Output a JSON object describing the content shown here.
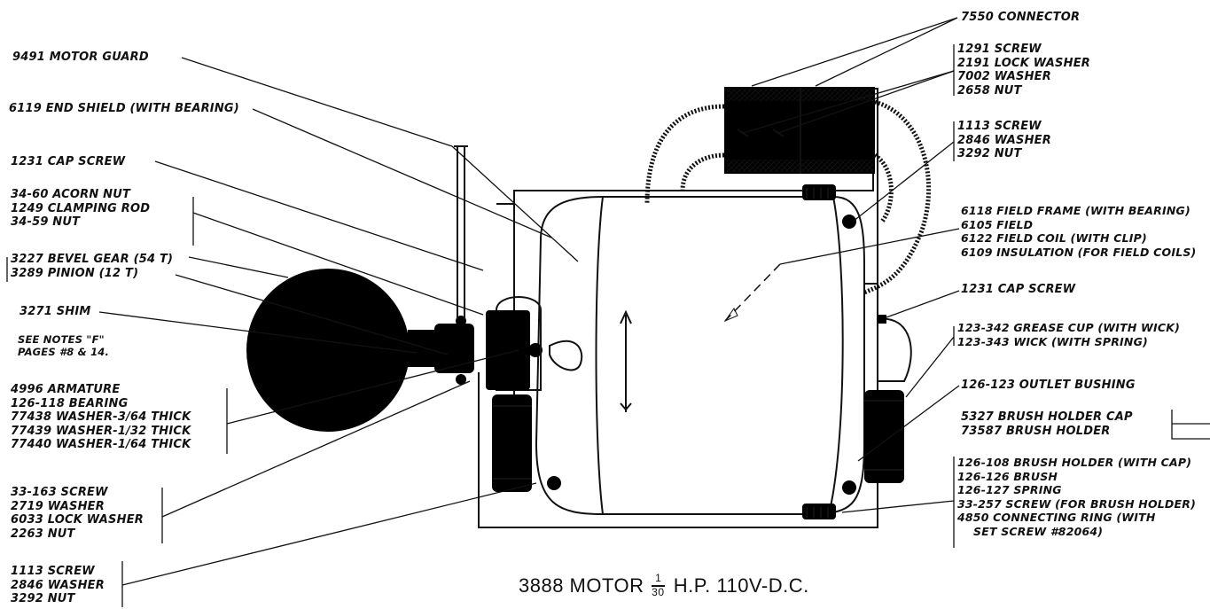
{
  "caption": {
    "prefix": "3888 MOTOR",
    "frac_num": "1",
    "frac_den": "30",
    "suffix": "H.P. 110V-D.C."
  },
  "labels_left": [
    {
      "id": "motor-guard",
      "lines": [
        "9491 MOTOR GUARD"
      ]
    },
    {
      "id": "end-shield",
      "lines": [
        "6119 END SHIELD (WITH BEARING)"
      ]
    },
    {
      "id": "cap-screw-top",
      "lines": [
        "1231 CAP SCREW"
      ]
    },
    {
      "id": "acorn-nut-group",
      "lines": [
        "34-60 ACORN NUT",
        "1249 CLAMPING ROD",
        "34-59 NUT"
      ]
    },
    {
      "id": "gear-group",
      "lines": [
        "3227 BEVEL GEAR (54 T)",
        "3289 PINION (12 T)"
      ]
    },
    {
      "id": "shim",
      "lines": [
        "3271 SHIM"
      ]
    },
    {
      "id": "notes",
      "lines": [
        "SEE NOTES \"F\"",
        "PAGES #8 & 14."
      ]
    },
    {
      "id": "armature-group",
      "lines": [
        "4996 ARMATURE",
        "126-118 BEARING",
        "77438 WASHER-3/64 THICK",
        "77439 WASHER-1/32 THICK",
        "77440 WASHER-1/64 THICK"
      ]
    },
    {
      "id": "screw-group-mid",
      "lines": [
        "33-163 SCREW",
        "2719 WASHER",
        "6033 LOCK WASHER",
        "2263 NUT"
      ]
    },
    {
      "id": "screw-group-bottom",
      "lines": [
        "1113 SCREW",
        "2846 WASHER",
        "3292 NUT"
      ]
    }
  ],
  "labels_right": [
    {
      "id": "connector",
      "lines": [
        "7550 CONNECTOR"
      ]
    },
    {
      "id": "connector-hardware",
      "lines": [
        "1291 SCREW",
        "2191 LOCK WASHER",
        "7002 WASHER",
        "2658 NUT"
      ]
    },
    {
      "id": "screw-group-right",
      "lines": [
        "1113 SCREW",
        "2846 WASHER",
        "3292 NUT"
      ]
    },
    {
      "id": "field-group",
      "lines": [
        "6118 FIELD FRAME (WITH BEARING)",
        "6105 FIELD",
        "6122 FIELD COIL (WITH CLIP)",
        "6109 INSULATION (FOR FIELD COILS)"
      ]
    },
    {
      "id": "cap-screw-right",
      "lines": [
        "1231 CAP SCREW"
      ]
    },
    {
      "id": "grease-group",
      "lines": [
        "123-342 GREASE CUP (WITH WICK)",
        "123-343 WICK (WITH SPRING)"
      ]
    },
    {
      "id": "outlet-bushing",
      "lines": [
        "126-123 OUTLET BUSHING"
      ]
    },
    {
      "id": "brush-cap-group",
      "lines": [
        "5327 BRUSH HOLDER CAP",
        "73587 BRUSH HOLDER"
      ]
    },
    {
      "id": "brush-group",
      "lines": [
        "126-108 BRUSH HOLDER (WITH CAP)",
        "126-126 BRUSH",
        "126-127 SPRING",
        "33-257 SCREW (FOR BRUSH HOLDER)",
        "4850 CONNECTING RING (WITH",
        "SET SCREW #82064)"
      ]
    }
  ]
}
